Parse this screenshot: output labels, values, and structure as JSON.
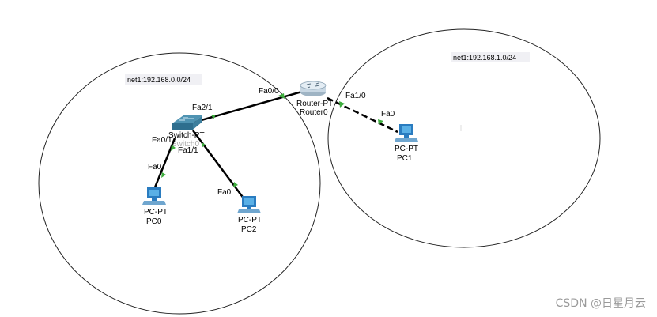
{
  "colors": {
    "link": "#000000",
    "port_dot": "#3fae3f",
    "pc_body": "#2a7cc0",
    "pc_screen": "#5ab0e6",
    "switch_top": "#4f93b2",
    "switch_side": "#2e6e8e",
    "router_body": "#c8d7e3",
    "network_label_bg": "#f0f0f4"
  },
  "networks": [
    {
      "label": "net1:192.168.0.0/24"
    },
    {
      "label": "net1:192.168.1.0/24"
    }
  ],
  "devices": {
    "router": {
      "type": "Router-PT",
      "name": "Router0",
      "icon": "router-icon"
    },
    "switch": {
      "type": "Switch-PT",
      "name": "Switch0",
      "icon": "switch-icon"
    },
    "pc0": {
      "type": "PC-PT",
      "name": "PC0",
      "icon": "pc-icon"
    },
    "pc1": {
      "type": "PC-PT",
      "name": "PC1",
      "icon": "pc-icon"
    },
    "pc2": {
      "type": "PC-PT",
      "name": "PC2",
      "icon": "pc-icon"
    }
  },
  "ports": {
    "router_fa00": "Fa0/0",
    "router_fa10": "Fa1/0",
    "switch_fa21": "Fa2/1",
    "switch_fa01": "Fa0/1",
    "switch_fa11": "Fa1/1",
    "pc0_fa0": "Fa0",
    "pc1_fa0": "Fa0",
    "pc2_fa0": "Fa0"
  },
  "links": [
    {
      "from": "Router0 Fa0/0",
      "to": "Switch0 Fa2/1",
      "style": "solid"
    },
    {
      "from": "Router0 Fa1/0",
      "to": "PC1 Fa0",
      "style": "dashed"
    },
    {
      "from": "Switch0 Fa0/1",
      "to": "PC0 Fa0",
      "style": "solid"
    },
    {
      "from": "Switch0 Fa1/1",
      "to": "PC2 Fa0",
      "style": "solid"
    }
  ],
  "watermark": "CSDN @日星月云"
}
